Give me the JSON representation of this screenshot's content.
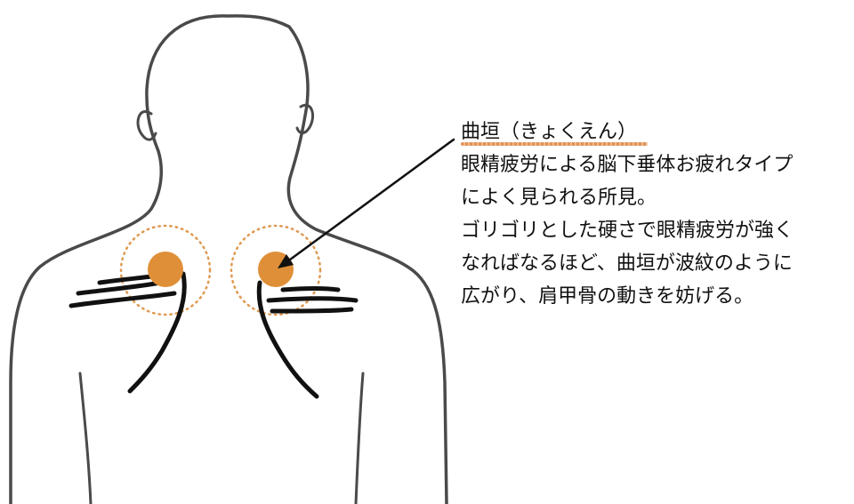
{
  "annotation": {
    "title": "曲垣（きょくえん）",
    "lines": [
      "眼精疲労による脳下垂体お疲れタイプ",
      "によく見られる所見。",
      "ゴリゴリとした硬さで眼精疲労が強く",
      "なればなるほど、曲垣が波紋のように",
      "広がり、肩甲骨の動きを妨げる。"
    ]
  },
  "colors": {
    "point_fill": "#df8f38",
    "ripple": "#df9a52",
    "outline": "#4a4a4a",
    "muscle_line": "#111111",
    "underline": "#e09358"
  }
}
